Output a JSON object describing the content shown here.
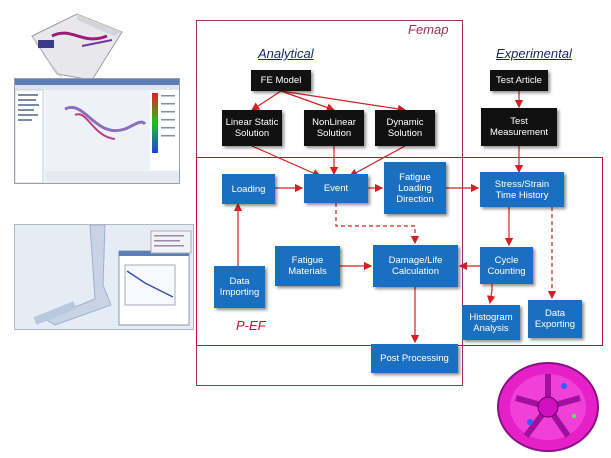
{
  "frames": {
    "femap": "Femap",
    "pef": "P-EF"
  },
  "headings": {
    "analytical": "Analytical",
    "experimental": "Experimental"
  },
  "nodes": {
    "fe_model": "FE Model",
    "linear_static": "Linear Static\nSolution",
    "nonlinear": "NonLinear\nSolution",
    "dynamic": "Dynamic\nSolution",
    "test_article": "Test Article",
    "test_measurement": "Test\nMeasurement",
    "loading": "Loading",
    "event": "Event",
    "fatigue_direction": "Fatigue\nLoading\nDirection",
    "stress_strain": "Stress/Strain\nTime History",
    "fatigue_materials": "Fatigue\nMaterials",
    "damage_life": "Damage/Life\nCalculation",
    "cycle_counting": "Cycle\nCounting",
    "data_importing": "Data\nImporting",
    "histogram": "Histogram\nAnalysis",
    "data_exporting": "Data\nExporting",
    "post_processing": "Post Processing"
  },
  "colors": {
    "femap_frame": "#a0305a",
    "pef_frame": "#c8102e",
    "box_blue": "#1b6fc0",
    "arrow_red": "#d42020",
    "heading_navy": "#1a2a6c"
  },
  "images": [
    "cad-model-thumbnail",
    "femap-window-thumbnail",
    "pef-window-thumbnail",
    "wheel-contour-thumbnail"
  ]
}
